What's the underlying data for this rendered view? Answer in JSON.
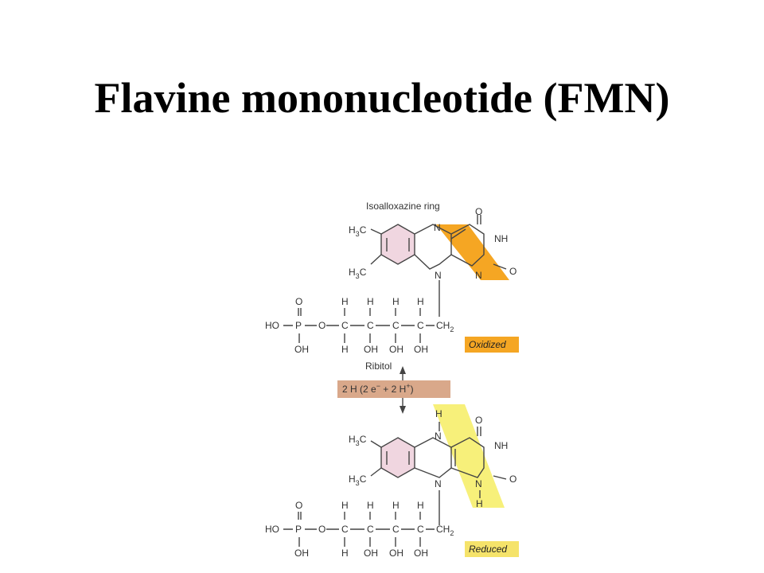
{
  "slide": {
    "title": "Flavine mononucleotide (FMN)"
  },
  "diagram": {
    "ring_label": "Isoalloxazine ring",
    "ribitol_label": "Ribitol",
    "oxidized_label": "Oxidized",
    "reduced_label": "Reduced",
    "reaction": {
      "prefix": "2 H (2 e",
      "minus": "−",
      "middle": " + 2 H",
      "plus": "+",
      "suffix": ")"
    },
    "atoms": {
      "N": "N",
      "NH": "NH",
      "O": "O",
      "H": "H",
      "C": "C",
      "HO": "HO",
      "OH": "OH",
      "P": "P",
      "H3C_H": "H",
      "H3C_sub": "3",
      "H3C_C": "C",
      "CH2_C": "CH",
      "CH2_sub": "2"
    },
    "colors": {
      "oxidized_band": "#f5a623",
      "oxidized_box": "#f5a623",
      "reduced_band": "#f7f07a",
      "reduced_box": "#f5e36a",
      "reaction_box": "#d9a88a",
      "benzene_fill": "#f0d6e0",
      "ring_fill": "#fbe6c4"
    }
  }
}
